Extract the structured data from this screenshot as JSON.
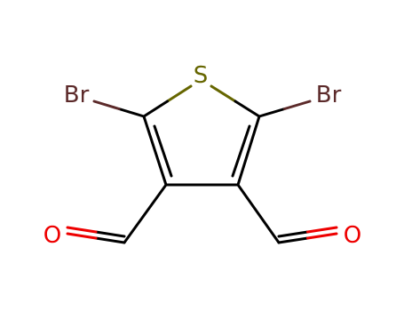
{
  "molecule": {
    "atoms": [
      {
        "id": "s",
        "symbol": "S",
        "element": "sulfur"
      },
      {
        "id": "br_left",
        "symbol": "Br",
        "element": "bromine"
      },
      {
        "id": "br_right",
        "symbol": "Br",
        "element": "bromine"
      },
      {
        "id": "o_left",
        "symbol": "O",
        "element": "oxygen"
      },
      {
        "id": "o_right",
        "symbol": "O",
        "element": "oxygen"
      }
    ],
    "colors": {
      "bond": "#000000",
      "sulfur": "#666600",
      "bromine": "#5c2a2a",
      "oxygen": "#ee0000"
    }
  }
}
